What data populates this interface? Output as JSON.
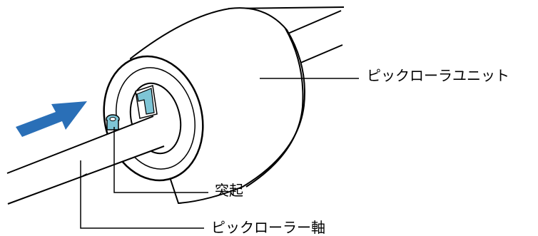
{
  "labels": {
    "pick_roller_unit": "ピックローラユニット",
    "protrusion": "突起",
    "pick_roller_shaft": "ピックローラー軸"
  },
  "colors": {
    "arrow": "#2a6fb7",
    "tab": "#7ec5d6",
    "line": "#000000",
    "background": "#ffffff"
  },
  "icons": {
    "direction": "arrow-right-icon"
  }
}
